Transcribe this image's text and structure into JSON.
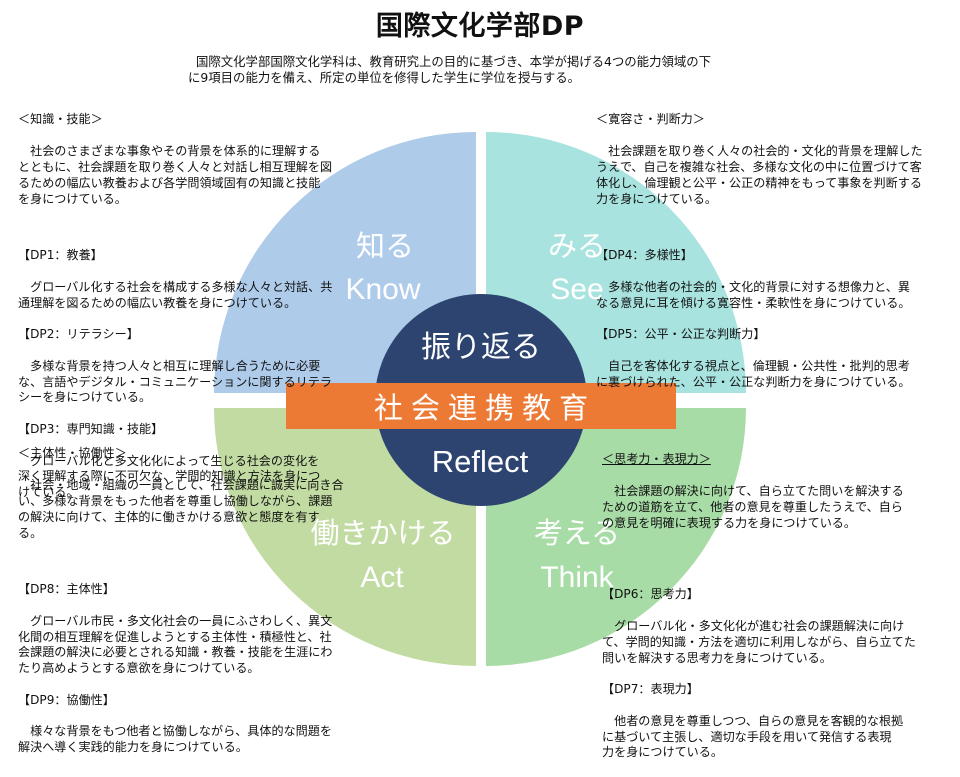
{
  "title": "国際文化学部DP",
  "intro": {
    "line1": "国際文化学部国際文化学科は、教育研究上の目的に基づき、本学が掲げる4つの能力領域の下",
    "line2": "に9項目の能力を備え、所定の単位を修得した学生に学位を授与する。"
  },
  "colors": {
    "know": "#aecbea",
    "see": "#a9e3df",
    "act": "#c1dba2",
    "think": "#a8dca6",
    "center": "#2d4470",
    "band": "#ec7a35"
  },
  "quadrants": {
    "know": {
      "jp": "知る",
      "en": "Know"
    },
    "see": {
      "jp": "みる",
      "en": "See"
    },
    "act": {
      "jp": "働きかける",
      "en": "Act"
    },
    "think": {
      "jp": "考える",
      "en": "Think"
    }
  },
  "center": {
    "top": "振り返る",
    "band": "社 会 連 携 教 育",
    "bottom": "Reflect"
  },
  "knowledge": {
    "heading": "＜知識・技能＞",
    "body": "　社会のさまざまな事象やその背景を体系的に理解する\nとともに、社会課題を取り巻く人々と対話し相互理解を図\nるための幅広い教養および各学問領域固有の知識と技能\nを身につけている。",
    "dp1_title": "【DP1：教養】",
    "dp1_text": "　グローバル化する社会を構成する多様な人々と対話、共\n通理解を図るための幅広い教養を身につけている。",
    "dp2_title": "【DP2：リテラシー】",
    "dp2_text": "　多様な背景を持つ人々と相互に理解し合うために必要\nな、言語やデジタル・コミュニケーションに関するリテラ\nシーを身につけている。",
    "dp3_title": "【DP3：専門知識・技能】",
    "dp3_text": "　グローバル化と多文化化によって生じる社会の変化を\n深く理解する際に不可欠な、学問的知識と方法を身につ\nけている。"
  },
  "tolerance": {
    "heading": "＜寛容さ・判断力＞",
    "body": "　社会課題を取り巻く人々の社会的・文化的背景を理解した\nうえで、自己を複雑な社会、多様な文化の中に位置づけて客\n体化し、倫理観と公平・公正の精神をもって事象を判断する\n力を身につけている。",
    "dp4_title": "【DP4：多様性】",
    "dp4_text": "　多様な他者の社会的・文化的背景に対する想像力と、異\nなる意見に耳を傾ける寛容性・柔軟性を身につけている。",
    "dp5_title": "【DP5：公平・公正な判断力】",
    "dp5_text": "　自己を客体化する視点と、倫理観・公共性・批判的思考\nに裏づけられた、公平・公正な判断力を身につけている。"
  },
  "initiative": {
    "heading": "＜主体性・協働性＞",
    "body": "　社会・地域・組織の一員として、社会課題に誠実に向き合\nい、多様な背景をもった他者を尊重し協働しながら、課題\nの解決に向けて、主体的に働きかける意欲と態度を有す\nる。",
    "dp8_title": "【DP8：主体性】",
    "dp8_text": "　グローバル市民・多文化社会の一員にふさわしく、異文\n化間の相互理解を促進しようとする主体性・積極性と、社\n会課題の解決に必要とされる知識・教養・技能を生涯にわ\nたり高めようとする意欲を身につけている。",
    "dp9_title": "【DP9：協働性】",
    "dp9_text": "　様々な背景をもつ他者と協働しながら、具体的な問題を\n解決へ導く実践的能力を身につけている。"
  },
  "thinking": {
    "heading": "＜思考力・表現力＞",
    "body": "　社会課題の解決に向けて、自ら立てた問いを解決する\nための道筋を立て、他者の意見を尊重したうえで、自ら\nの意見を明確に表現する力を身につけている。",
    "dp6_title": "【DP6：思考力】",
    "dp6_text": "　グローバル化・多文化化が進む社会の課題解決に向け\nて、学問的知識・方法を適切に利用しながら、自ら立てた\n問いを解決する思考力を身につけている。",
    "dp7_title": "【DP7：表現力】",
    "dp7_text": "　他者の意見を尊重しつつ、自らの意見を客観的な根拠\nに基づいて主張し、適切な手段を用いて発信する表現\n力を身につけている。"
  }
}
